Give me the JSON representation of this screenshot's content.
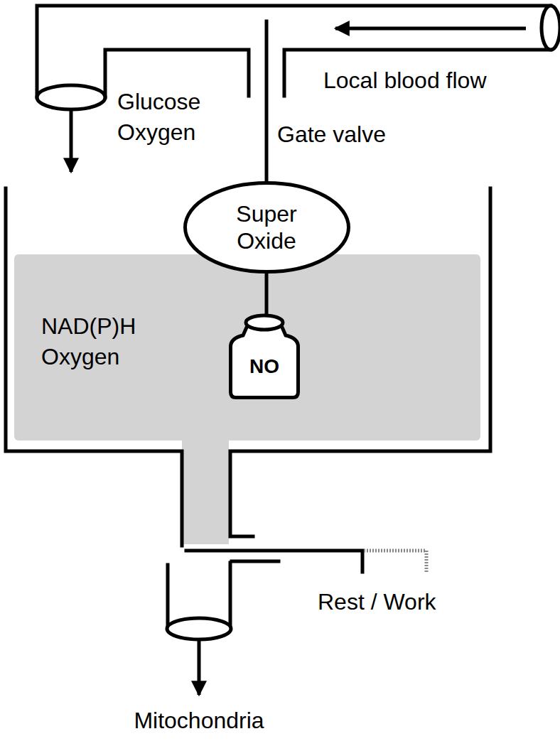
{
  "diagram": {
    "nodes": [
      {
        "text": [
          "Super Oxide"
        ]
      },
      {
        "text": [
          "NO"
        ]
      }
    ],
    "edges": [
      {
        "from": 0,
        "to": 1,
        "arrow": "none"
      }
    ],
    "labels": [
      "Local blood flow",
      "Glucose Oxygen",
      "Gate valve",
      "NAD(P)H Oxygen",
      "Rest / Work",
      "Mitochondria"
    ]
  }
}
